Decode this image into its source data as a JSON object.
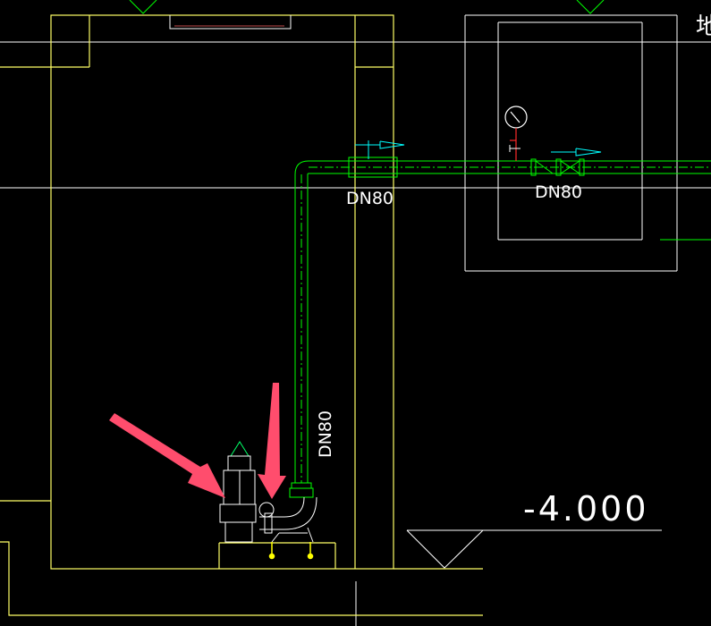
{
  "labels": {
    "pipe_horizontal_left": "DN80",
    "pipe_horizontal_right": "DN80",
    "pipe_vertical": "DN80",
    "elevation": "-4.000",
    "corner_glyph": "地"
  },
  "colors": {
    "background": "#000000",
    "wall": "#ffff66",
    "wall_white": "#ffffff",
    "pipe": "#00ff00",
    "text": "#ffffff",
    "flow_arrow": "#00ffff",
    "annotation_arrow": "#ff4d6d",
    "gauge_red": "#ff2a2a",
    "anchor": "#ffff00"
  },
  "icons": {
    "pressure_gauge": "pressure-gauge-icon",
    "valve": "gate-valve-icon",
    "check_valve": "check-valve-icon",
    "pump": "submersible-pump-icon",
    "flow_direction": "flow-arrow-icon",
    "level_marker": "level-triangle-icon"
  }
}
